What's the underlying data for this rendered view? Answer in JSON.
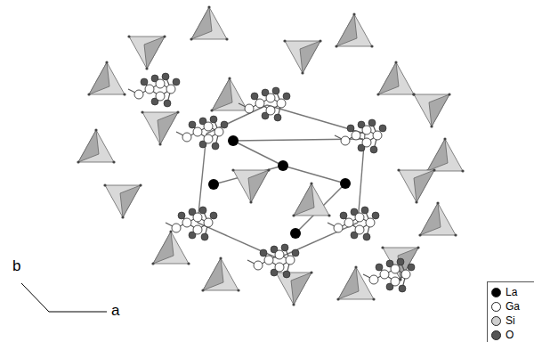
{
  "diagram": {
    "labels": [
      "b",
      "a"
    ],
    "legend": [
      {
        "text": "La",
        "color": "#000000"
      },
      {
        "text": "Ga",
        "color": "#ffffff"
      },
      {
        "text": "Si",
        "color": "#cfcfcf"
      },
      {
        "text": "O",
        "color": "#555555"
      }
    ]
  }
}
